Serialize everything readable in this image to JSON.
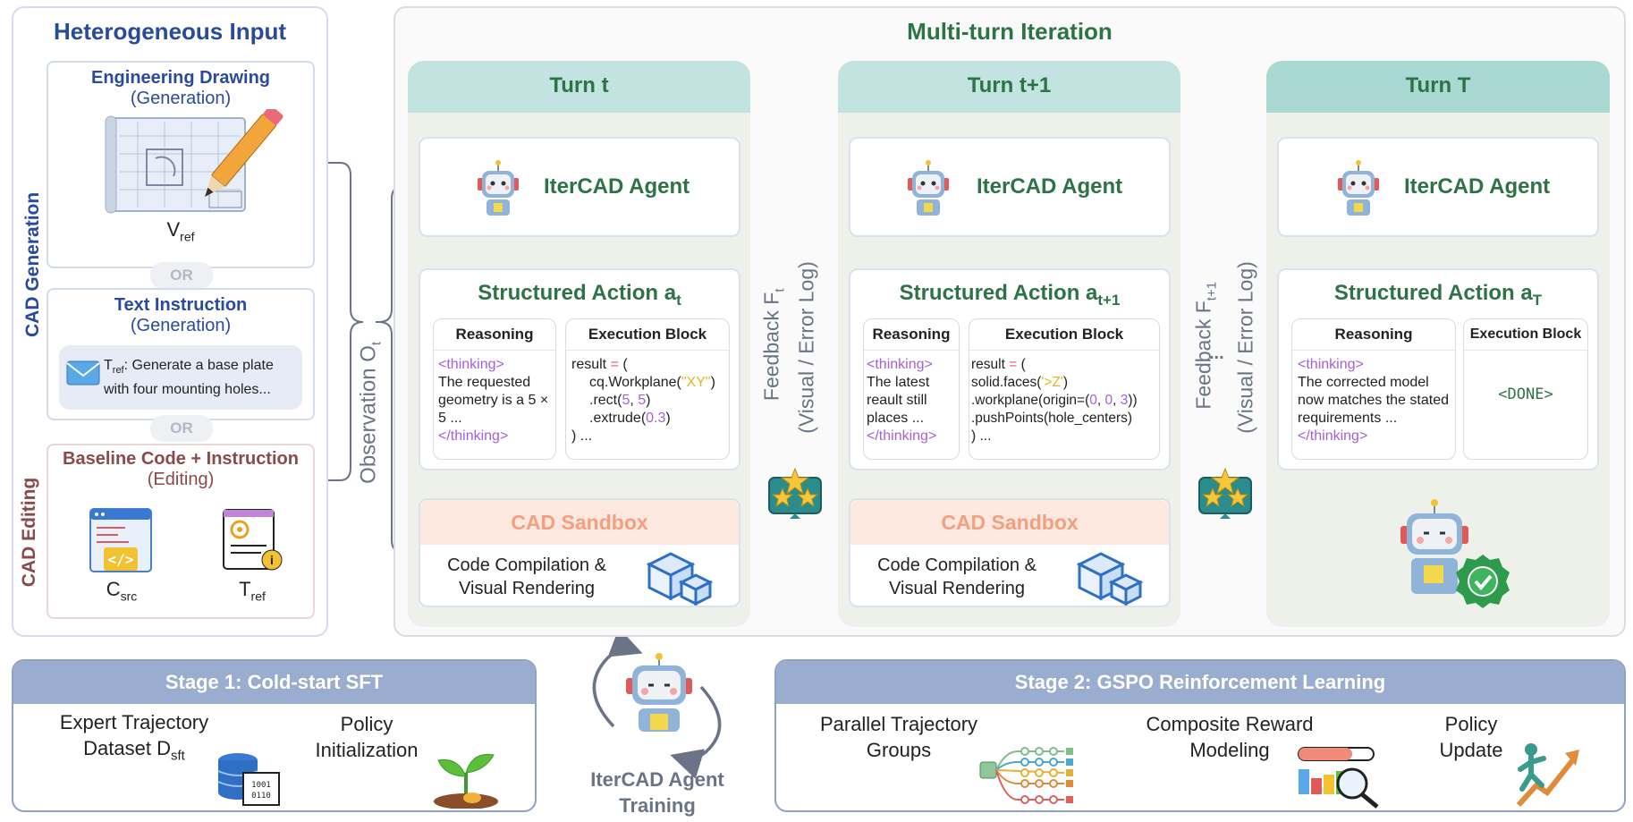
{
  "left_panel": {
    "title": "Heterogeneous Input",
    "side_label_generation": "CAD Generation",
    "side_label_editing": "CAD Editing",
    "drawing": {
      "title": "Engineering Drawing",
      "subtitle": "(Generation)",
      "symbol": "V",
      "symbol_sub": "ref"
    },
    "or1": "OR",
    "text_instr": {
      "title": "Text Instruction",
      "subtitle": "(Generation)",
      "symbol": "T",
      "symbol_sub": "ref",
      "message": ": Generate a base plate with four mounting holes..."
    },
    "or2": "OR",
    "baseline": {
      "title": "Baseline Code + Instruction",
      "subtitle": "(Editing)",
      "code_symbol": "C",
      "code_sub": "src",
      "instr_symbol": "T",
      "instr_sub": "ref"
    }
  },
  "observation": {
    "label": "Observation O",
    "sub": "t"
  },
  "multi_turn": {
    "title": "Multi-turn Iteration"
  },
  "turns": [
    {
      "header": "Turn t",
      "agent": "IterCAD Agent",
      "action_title": "Structured Action a",
      "action_sub": "t",
      "reasoning_head": "Reasoning",
      "exec_head": "Execution  Block",
      "think_open": "<thinking>",
      "reasoning_text": "The requested geometry is a 5 × 5 ...",
      "think_close": "</thinking>",
      "sandbox_title": "CAD Sandbox",
      "sandbox_text": "Code Compilation & Visual Rendering"
    },
    {
      "header": "Turn t+1",
      "agent": "IterCAD Agent",
      "action_title": "Structured Action a",
      "action_sub": "t+1",
      "reasoning_head": "Reasoning",
      "exec_head": "Execution  Block",
      "think_open": "<thinking>",
      "reasoning_text": "The latest reault still places ...",
      "think_close": "</thinking>",
      "sandbox_title": "CAD Sandbox",
      "sandbox_text": "Code Compilation & Visual Rendering"
    },
    {
      "header": "Turn T",
      "agent": "IterCAD Agent",
      "action_title": "Structured Action a",
      "action_sub": "T",
      "reasoning_head": "Reasoning",
      "exec_head": "Execution  Block",
      "think_open": "<thinking>",
      "reasoning_text": "The corrected model now matches the stated requirements ...",
      "think_close": "</thinking>",
      "done": "<DONE>"
    }
  ],
  "code1": {
    "l1a": "result ",
    "l1b": "=",
    "l1c": " (",
    "l2a": "cq.Workplane(",
    "l2b": "\"XY\"",
    "l2c": ")",
    "l3a": ".rect(",
    "l3b": "5",
    "l3c": ", ",
    "l3d": "5",
    "l3e": ")",
    "l4a": ".extrude(",
    "l4b": "0.3",
    "l4c": ")",
    "l5": ") ..."
  },
  "code2": {
    "l1a": "result ",
    "l1b": "=",
    "l1c": " (",
    "l2a": "solid.faces(",
    "l2b": "'>Z'",
    "l2c": ")",
    "l3a": ".workplane(origin=(",
    "l3b": "0",
    "l3c": ", ",
    "l3d": "0",
    "l3e": ", ",
    "l3f": "3",
    "l3g": "))",
    "l4": ".pushPoints(hole_centers)",
    "l5": ") ..."
  },
  "feedback": [
    {
      "label": "Feedback F",
      "sub": "t",
      "detail": "(Visual / Error Log)"
    },
    {
      "label": "Feedback F",
      "sub": "t+1",
      "detail": "(Visual / Error Log)",
      "dots": "..."
    }
  ],
  "stage1": {
    "title": "Stage 1: Cold-start SFT",
    "item1": "Expert Trajectory Dataset D",
    "item1_sub": "sft",
    "item2": "Policy Initialization"
  },
  "training": {
    "label": "IterCAD Agent Training"
  },
  "stage2": {
    "title": "Stage 2: GSPO Reinforcement Learning",
    "item1": "Parallel Trajectory Groups",
    "item2": "Composite Reward Modeling",
    "item3": "Policy Update"
  },
  "colors": {
    "blue_title": "#2a4a9c",
    "green_title": "#2e7346",
    "editing_title": "#8a4a4a",
    "turn_header": "#c2e3df",
    "sandbox_head": "#fde8df",
    "stage_head": "#9aadd0",
    "arrow": "#6a7486",
    "purple": "#a65fd6",
    "yellow_string": "#e6b422"
  }
}
